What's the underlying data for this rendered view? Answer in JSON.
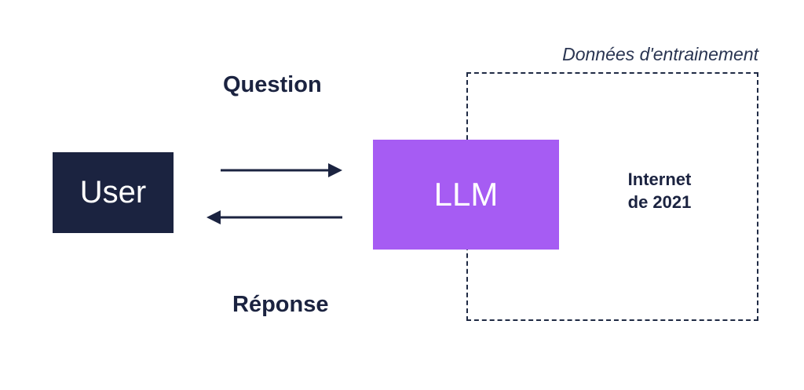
{
  "nodes": {
    "user": "User",
    "llm": "LLM"
  },
  "labels": {
    "question": "Question",
    "reponse": "Réponse",
    "training_data": "Données d'entrainement",
    "internet_line1": "Internet",
    "internet_line2": "de 2021"
  },
  "colors": {
    "user_box": "#1b2340",
    "llm_box": "#a65cf3",
    "text_dark": "#1b2340"
  }
}
